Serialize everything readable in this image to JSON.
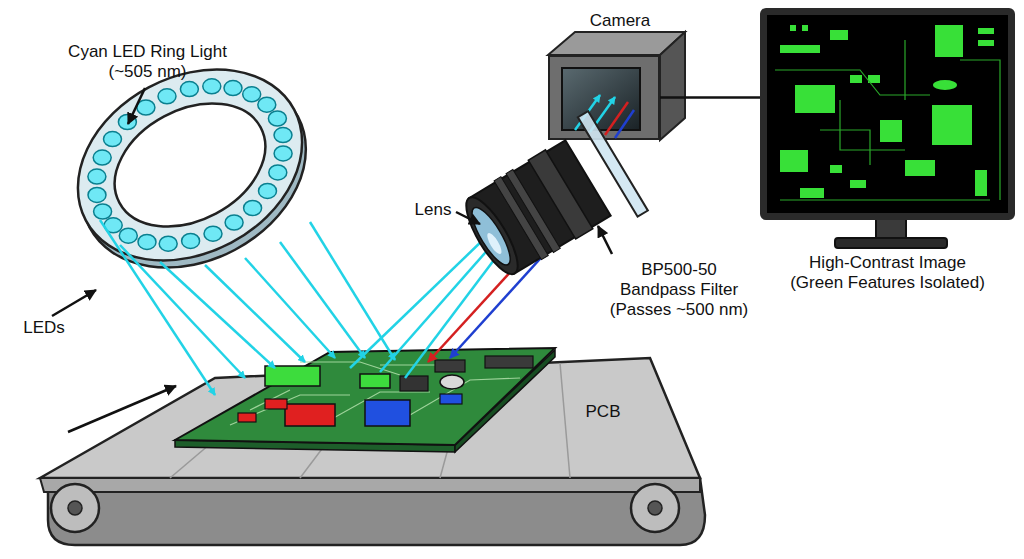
{
  "diagram": {
    "nodes": [
      {
        "text": [
          "Camera"
        ]
      },
      {
        "text": [
          "High-Contrast Image (Green Features Isolated)"
        ]
      }
    ],
    "edges": [
      {
        "from": 0,
        "to": 1,
        "arrow": "none"
      }
    ],
    "labels": [
      "Cyan LED Ring Light (~505 nm)",
      "LEDs",
      "Lens",
      "BP500-50 Bandpass Filter (Passes ~500 nm)",
      "PCB"
    ]
  }
}
